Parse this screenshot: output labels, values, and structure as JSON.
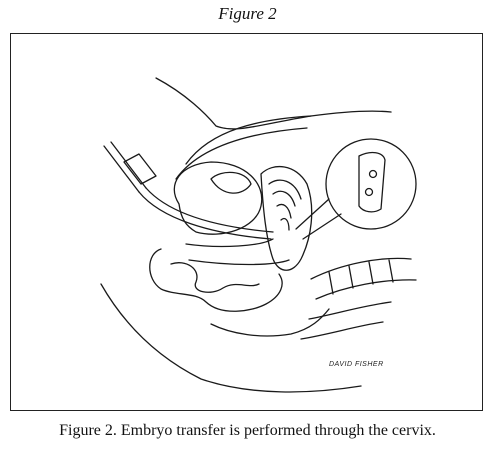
{
  "figure": {
    "heading": "Figure 2",
    "caption": "Figure 2. Embryo transfer is performed through the cervix.",
    "artist_signature": "DAVID FISHER",
    "subject": "Sagittal pelvic illustration showing an embryo transfer catheter through the cervix, with a magnified inset of embryos in the catheter tip"
  }
}
